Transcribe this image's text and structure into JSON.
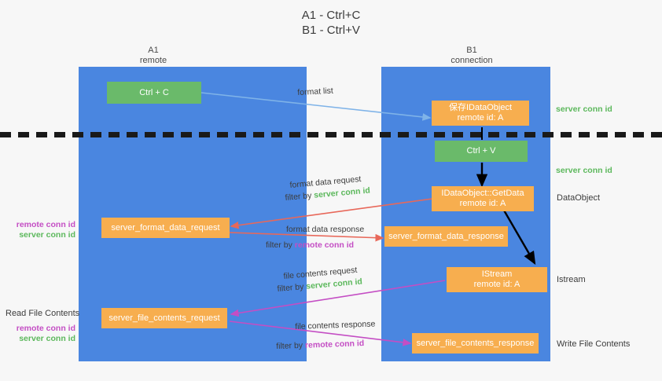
{
  "title": "A1 - Ctrl+C\nB1 - Ctrl+V",
  "colors": {
    "lane": "#4a86e0",
    "green_node": "#6aba6a",
    "orange_node": "#f7ae4f",
    "green_text": "#5cb85c",
    "purple_text": "#c44ec4",
    "blue_arrow": "#7fb3e8",
    "red_arrow": "#e8685a",
    "magenta_arrow": "#c44ec4",
    "black_arrow": "#000000",
    "background": "#f7f7f7"
  },
  "columns": [
    {
      "name": "A1",
      "sub": "remote",
      "header": "A1\nremote"
    },
    {
      "name": "B1",
      "sub": "connection",
      "header": "B1\nconnection"
    }
  ],
  "nodes": {
    "ctrl_c": "Ctrl + C",
    "ctrl_v": "Ctrl + V",
    "save_idataobject": "保存IDataObject\nremote id: A",
    "idataobject_getdata": "IDataObject::GetData\nremote id: A",
    "istream": "IStream\nremote id: A",
    "server_format_data_request": "server_format_data_request",
    "server_format_data_response": "server_format_data_response",
    "server_file_contents_request": "server_file_contents_request",
    "server_file_contents_response": "server_file_contents_response"
  },
  "flows": {
    "format_list": "format list",
    "format_data_request": "format data request",
    "format_data_request_filter_prefix": "filter by ",
    "format_data_request_filter_key": "server conn id",
    "format_data_response": "format data response",
    "format_data_response_filter_prefix": "filter by ",
    "format_data_response_filter_key": "remote conn id",
    "file_contents_request": "file contents request",
    "file_contents_request_filter_prefix": "filter by ",
    "file_contents_request_filter_key": "server conn id",
    "file_contents_response": "file contents response",
    "file_contents_response_filter_prefix": "filter by ",
    "file_contents_response_filter_key": "remote conn id"
  },
  "right_labels": {
    "server_conn_id_top": "server conn id",
    "server_conn_id_mid": "server conn id",
    "dataobject": "DataObject",
    "istream": "Istream",
    "write_file_contents": "Write File Contents"
  },
  "left_labels": {
    "remote_conn_id_upper": "remote conn id",
    "server_conn_id_upper": "server conn id",
    "read_file_contents": "Read File Contents",
    "remote_conn_id_lower": "remote conn id",
    "server_conn_id_lower": "server conn id"
  }
}
